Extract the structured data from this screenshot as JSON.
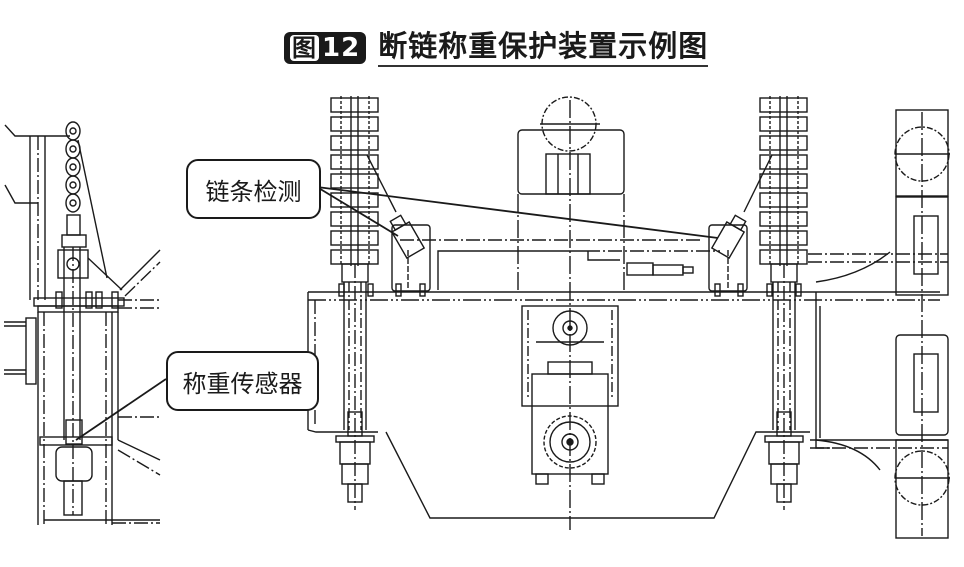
{
  "figure": {
    "badge_prefix": "图",
    "badge_number": "12",
    "title": "断链称重保护装置示例图"
  },
  "callouts": {
    "chain_detection": "链条检测",
    "weighing_sensor": "称重传感器"
  },
  "colors": {
    "line": "#1a1a1a",
    "background": "#ffffff"
  }
}
